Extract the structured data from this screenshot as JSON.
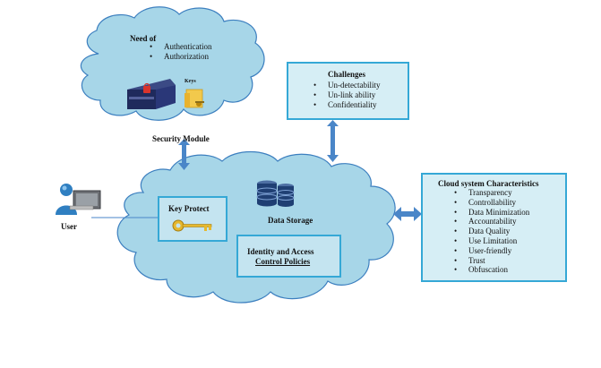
{
  "security_cloud": {
    "need_of": "Need of",
    "items": [
      "Authentication",
      "Authorization"
    ],
    "keys_label": "Keys",
    "module_label": "Security Module"
  },
  "challenges": {
    "title": "Challenges",
    "items": [
      "Un-detectability",
      "Un-link ability",
      "Confidentiality"
    ]
  },
  "user": {
    "label": "User"
  },
  "main_cloud": {
    "key_protect": "Key Protect",
    "data_storage": "Data Storage",
    "identity_line1": "Identity and Access",
    "identity_line2": "Control  Policies"
  },
  "cloud_characteristics": {
    "title": "Cloud system Characteristics",
    "items": [
      "Transparency",
      "Controllability",
      "Data Minimization",
      "Accountability",
      "Data Quality",
      "Use Limitation",
      "User-friendly",
      "Trust",
      "Obfuscation"
    ]
  },
  "colors": {
    "cloud_fill": "#a7d6e8",
    "cloud_stroke": "#3c7fbf",
    "box_fill": "#d6eef5",
    "box_border": "#35a8d6",
    "arrow": "#4a86c8"
  }
}
